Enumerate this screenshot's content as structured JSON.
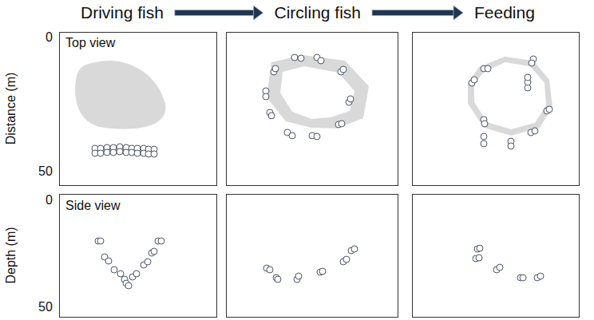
{
  "diagram": {
    "nodes": [
      {
        "text": [
          "Driving fish"
        ]
      },
      {
        "text": [
          "Circling fish"
        ]
      },
      {
        "text": [
          "Feeding"
        ]
      }
    ],
    "edges": [
      {
        "from": 0,
        "to": 1,
        "arrow": "to"
      },
      {
        "from": 1,
        "to": 2,
        "arrow": "to"
      }
    ],
    "labels": [
      "Top view",
      "Side view",
      "Distance (m)",
      "0",
      "50",
      "Depth (m)",
      "0",
      "50"
    ]
  }
}
